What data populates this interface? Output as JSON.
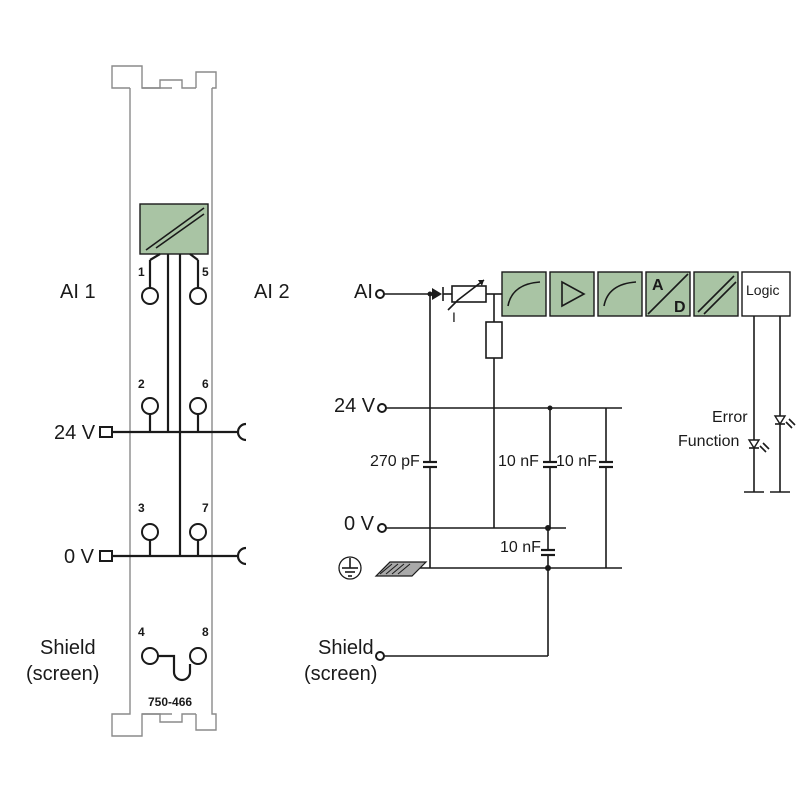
{
  "left_module": {
    "channel_1_label": "AI 1",
    "channel_2_label": "AI 2",
    "terminal_numbers": [
      "1",
      "5",
      "2",
      "6",
      "3",
      "7",
      "4",
      "8"
    ],
    "supply_24v_label": "24 V",
    "supply_0v_label": "0 V",
    "shield_label_line1": "Shield",
    "shield_label_line2": "(screen)",
    "part_number": "750-466"
  },
  "schematic": {
    "ai_label": "AI",
    "supply_24v_label": "24 V",
    "supply_0v_label": "0 V",
    "shield_label_line1": "Shield",
    "shield_label_line2": "(screen)",
    "cap_270pf": "270 pF",
    "cap_10nf_a": "10 nF",
    "cap_10nf_b": "10 nF",
    "cap_10nf_c": "10 nF",
    "current_symbol": "I",
    "adc_top": "A",
    "adc_bottom": "D",
    "logic_label": "Logic",
    "error_label": "Error",
    "function_label": "Function"
  },
  "colors": {
    "block_fill": "#a9c4a4",
    "line": "#1a1a1a",
    "rail_outline": "#8a8a8a"
  }
}
